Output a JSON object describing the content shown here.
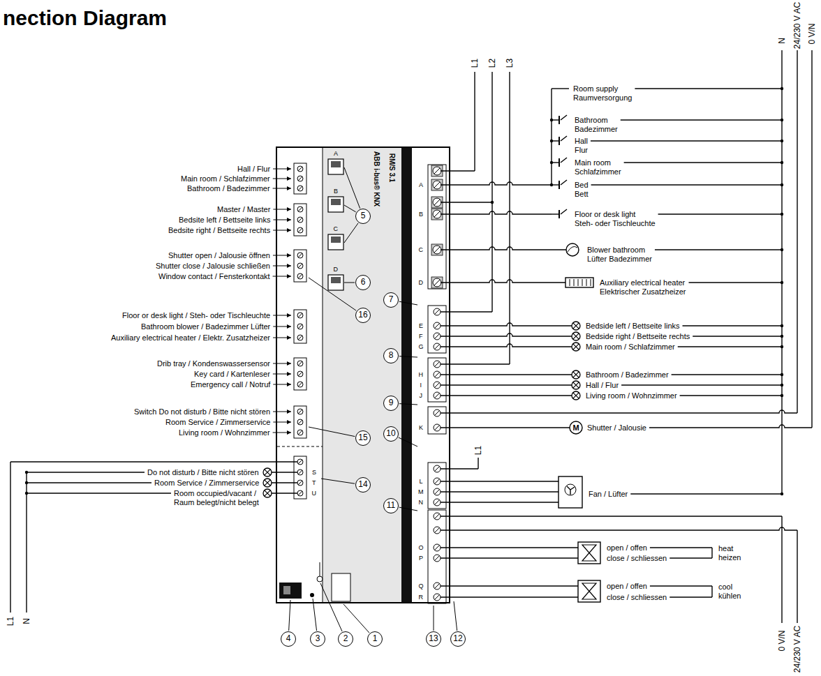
{
  "diagram": {
    "title": "nection Diagram",
    "nodes": [
      {
        "text": [
          "ABB i-bus® KNX",
          "RM/S 3.1"
        ]
      }
    ],
    "labels": [
      "L1",
      "L2",
      "L3",
      "N",
      "24/230 V AC",
      "0 V/N",
      "Hall / Flur",
      "Main room / Schlafzimmer",
      "Bathroom / Badezimmer",
      "Master / Master",
      "Bedsite left / Bettseite links",
      "Bedsite right / Bettseite rechts",
      "Shutter open / Jalousie öffnen",
      "Shutter close / Jalousie schließen",
      "Window contact / Fensterkontakt",
      "Floor or desk light / Steh- oder Tischleuchte",
      "Bathroom blower / Badezimmer Lüfter",
      "Auxiliary electrical heater / Elektr. Zusatzheizer",
      "Drib tray / Kondenswassersensor",
      "Key card / Kartenleser",
      "Emergency call / Notruf",
      "Switch Do not disturb / Bitte nicht stören",
      "Room Service / Zimmerservice",
      "Living room / Wohnzimmer",
      "Do not disturb / Bitte nicht stören",
      "Room Service / Zimmerservice",
      "Room occupied/vacant / Raum belegt/nicht belegt",
      "L1",
      "N",
      "Room supply Raumversorgung",
      "Bathroom Badezimmer",
      "Hall Flur",
      "Main room Schlafzimmer",
      "Bed Bett",
      "Floor or desk light Steh- oder Tischleuchte",
      "Blower bathroom Lüfter Badezimmer",
      "Auxiliary electrical heater Elektrischer Zusatzheizer",
      "Bedside left / Bettseite links",
      "Bedside right / Bettseite rechts",
      "Main room / Schlafzimmer",
      "Bathroom / Badezimmer",
      "Hall / Flur",
      "Living room / Wohnzimmer",
      "M",
      "Shutter / Jalousie",
      "L1",
      "Fan / Lüfter",
      "open / offen",
      "close / schliessen",
      "open / offen",
      "close / schliessen",
      "heat heizen",
      "cool kühlen",
      "0 V/N",
      "24/230 V AC",
      "5",
      "6",
      "16",
      "7",
      "8",
      "9",
      "10",
      "15",
      "14",
      "11",
      "4",
      "3",
      "2",
      "1",
      "13",
      "12",
      "A",
      "B",
      "C",
      "D",
      "A",
      "B",
      "C",
      "D",
      "E",
      "F",
      "G",
      "H",
      "I",
      "J",
      "K",
      "L",
      "M",
      "N",
      "O",
      "P",
      "Q",
      "R",
      "S",
      "T",
      "U"
    ]
  }
}
